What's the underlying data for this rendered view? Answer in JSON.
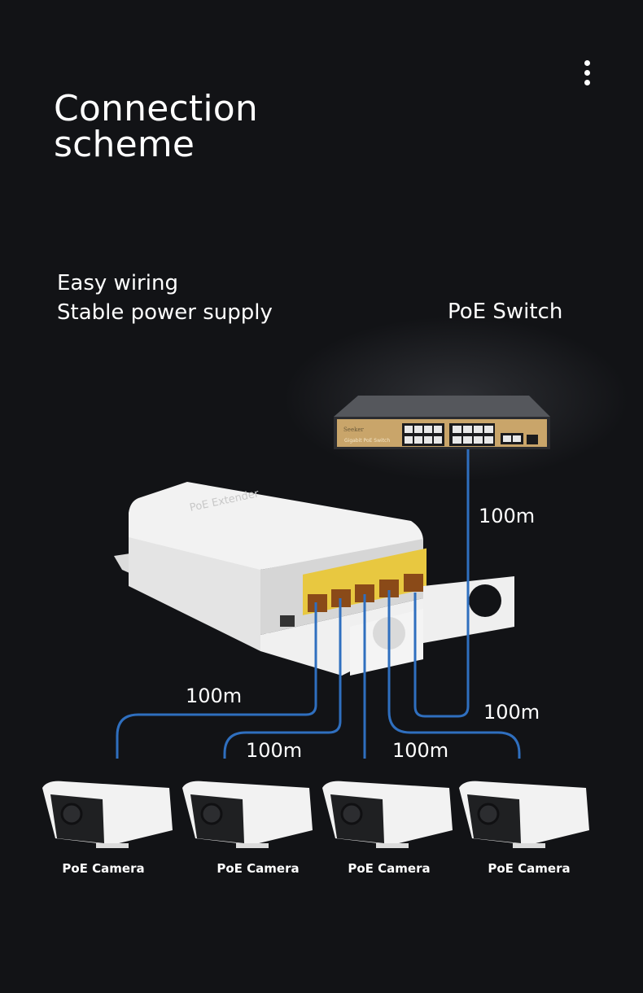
{
  "header": {
    "title_line1": "Connection",
    "title_line2": "scheme",
    "menu_icon": "more-vertical-icon"
  },
  "taglines": [
    "Easy wiring",
    "Stable power supply"
  ],
  "devices": {
    "switch": {
      "label": "PoE Switch",
      "brand_text": "Gigabit PoE Switch",
      "panel_color": "#c9a56a"
    },
    "extender": {
      "label_on_device": "PoE Extender",
      "port_color": "#e8c840",
      "body_color": "#eeeeee"
    },
    "cameras": [
      {
        "label": "PoE Camera"
      },
      {
        "label": "PoE Camera"
      },
      {
        "label": "PoE Camera"
      },
      {
        "label": "PoE Camera"
      }
    ]
  },
  "cable_color": "#2f6fbf",
  "distances": {
    "switch_to_extender": "100m",
    "extender_in": "100m",
    "camera_1": "100m",
    "camera_2": "100m",
    "camera_3_4": "100m"
  }
}
